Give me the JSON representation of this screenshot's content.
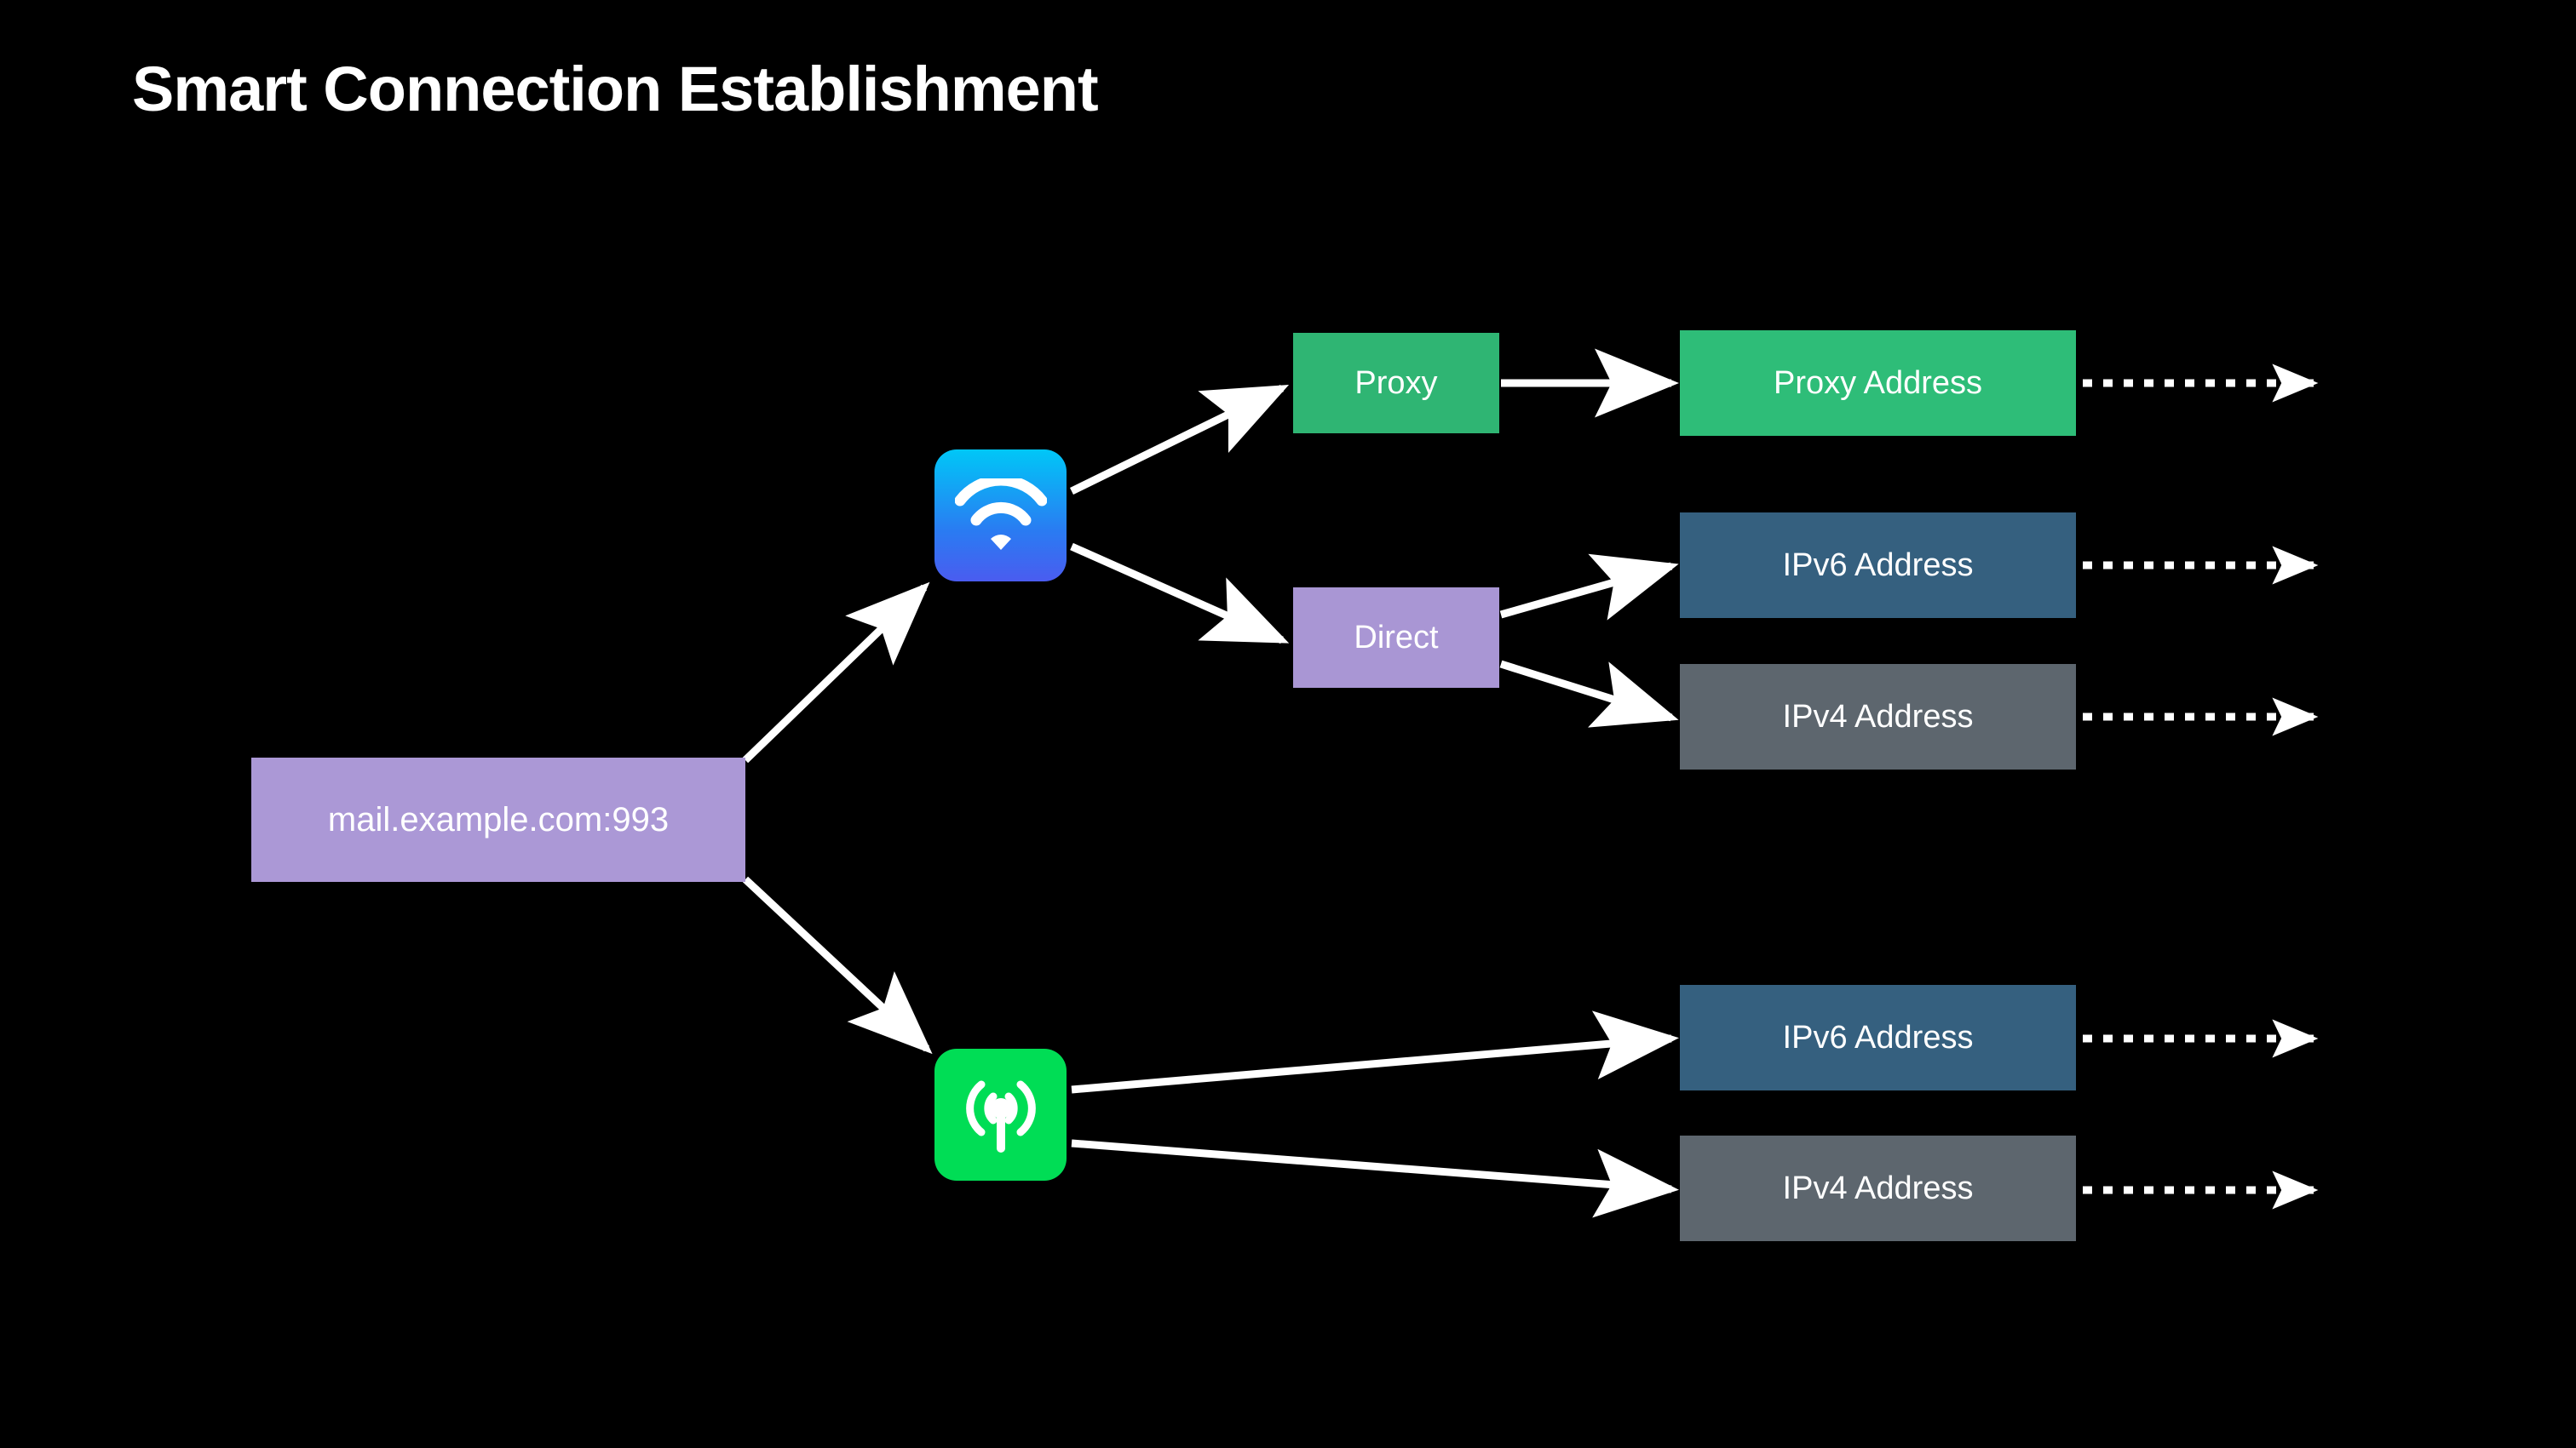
{
  "page": {
    "title": "Smart Connection Establishment",
    "background_color": "#000000"
  },
  "colors": {
    "purple": "#ab98d6",
    "green_node": "#2fb573",
    "green_address": "#2ebd78",
    "blue_ipv6": "#35607f",
    "gray_ipv4": "#5d666e",
    "wifi_gradient_top": "#00c7f7",
    "wifi_gradient_bottom": "#4a5cf0",
    "cellular_green": "#00dd55",
    "edge_white": "#ffffff",
    "text_white": "#ffffff"
  },
  "nodes": {
    "source": {
      "label": "mail.example.com:993",
      "color": "#ab98d6"
    },
    "wifi": {
      "icon": "wifi-icon",
      "label": ""
    },
    "cellular": {
      "icon": "cellular-antenna-icon",
      "label": ""
    },
    "proxy": {
      "label": "Proxy",
      "color": "#2fb573"
    },
    "direct": {
      "label": "Direct",
      "color": "#a996d4"
    },
    "proxy_address": {
      "label": "Proxy Address",
      "color": "#2ebd78"
    },
    "ipv6_top": {
      "label": "IPv6 Address",
      "color": "#35607f"
    },
    "ipv4_top": {
      "label": "IPv4 Address",
      "color": "#5d666e"
    },
    "ipv6_bottom": {
      "label": "IPv6 Address",
      "color": "#35607f"
    },
    "ipv4_bottom": {
      "label": "IPv4 Address",
      "color": "#5d666e"
    }
  },
  "edges": [
    {
      "from": "source",
      "to": "wifi",
      "style": "solid"
    },
    {
      "from": "source",
      "to": "cellular",
      "style": "solid"
    },
    {
      "from": "wifi",
      "to": "proxy",
      "style": "solid"
    },
    {
      "from": "wifi",
      "to": "direct",
      "style": "solid"
    },
    {
      "from": "proxy",
      "to": "proxy_address",
      "style": "solid"
    },
    {
      "from": "direct",
      "to": "ipv6_top",
      "style": "solid"
    },
    {
      "from": "direct",
      "to": "ipv4_top",
      "style": "solid"
    },
    {
      "from": "cellular",
      "to": "ipv6_bottom",
      "style": "solid"
    },
    {
      "from": "cellular",
      "to": "ipv4_bottom",
      "style": "solid"
    },
    {
      "from": "proxy_address",
      "to": "offscreen",
      "style": "dotted"
    },
    {
      "from": "ipv6_top",
      "to": "offscreen",
      "style": "dotted"
    },
    {
      "from": "ipv4_top",
      "to": "offscreen",
      "style": "dotted"
    },
    {
      "from": "ipv6_bottom",
      "to": "offscreen",
      "style": "dotted"
    },
    {
      "from": "ipv4_bottom",
      "to": "offscreen",
      "style": "dotted"
    }
  ]
}
